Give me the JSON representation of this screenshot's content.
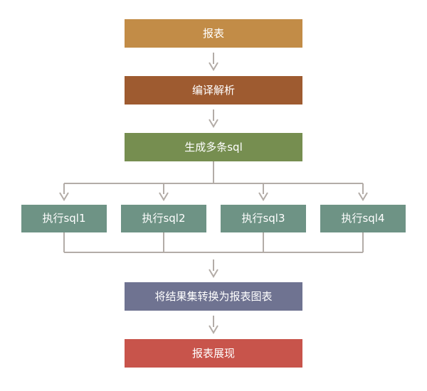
{
  "nodes": {
    "report": {
      "label": "报表",
      "color": "#c28c47"
    },
    "parse": {
      "label": "编译解析",
      "color": "#9e5b30"
    },
    "generate": {
      "label": "生成多条sql",
      "color": "#768e50"
    },
    "exec1": {
      "label": "执行sql1",
      "color": "#6e9385"
    },
    "exec2": {
      "label": "执行sql2",
      "color": "#6e9385"
    },
    "exec3": {
      "label": "执行sql3",
      "color": "#6e9385"
    },
    "exec4": {
      "label": "执行sql4",
      "color": "#6e9385"
    },
    "convert": {
      "label": "将结果集转换为报表图表",
      "color": "#6f7391"
    },
    "display": {
      "label": "报表展现",
      "color": "#c8544b"
    }
  },
  "connector_color": "#b3aca7"
}
